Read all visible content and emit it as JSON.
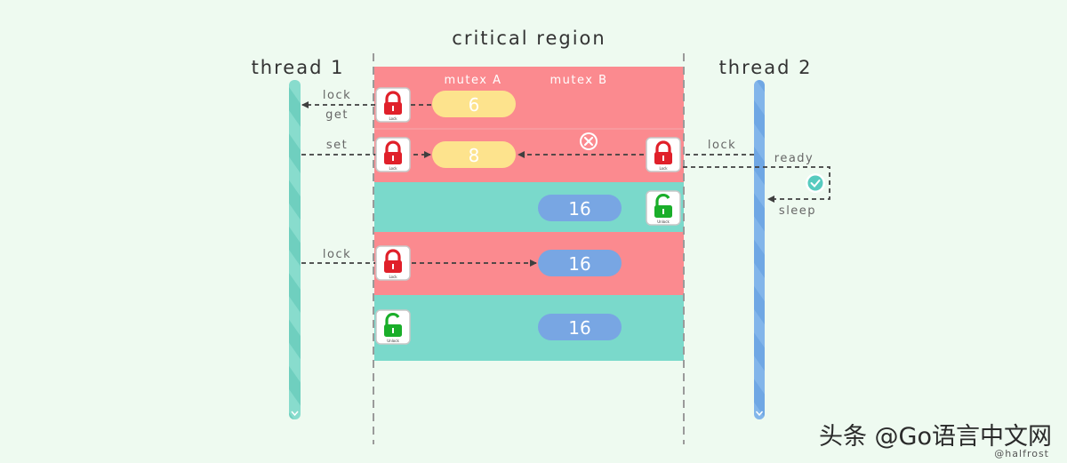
{
  "title": "critical region",
  "thread1": {
    "label": "thread 1"
  },
  "thread2": {
    "label": "thread 2"
  },
  "columns": {
    "a": "mutex A",
    "b": "mutex B"
  },
  "annotations": {
    "row1_top": "lock",
    "row1_bottom": "get",
    "row2_left": "set",
    "row2_right": "lock",
    "ready": "ready",
    "sleep": "sleep",
    "row4_left": "lock"
  },
  "values": {
    "row1": "6",
    "row2": "8",
    "row3": "16",
    "row4": "16",
    "row5": "16"
  },
  "lock_caption": "Lock",
  "unlock_caption": "Unlock",
  "watermark": "头条 @Go语言中文网",
  "credit": "@halfrost",
  "colors": {
    "background": "#eefaf0",
    "locked_row": "#fb8a8f",
    "unlocked_row": "#7ad9cb",
    "thread1": "#6fcfbf",
    "thread2": "#6fa7e4",
    "value_yellow": "#fde38d",
    "value_blue": "#78a6e3",
    "lock_red": "#e0202a",
    "lock_green": "#1aae2a"
  }
}
